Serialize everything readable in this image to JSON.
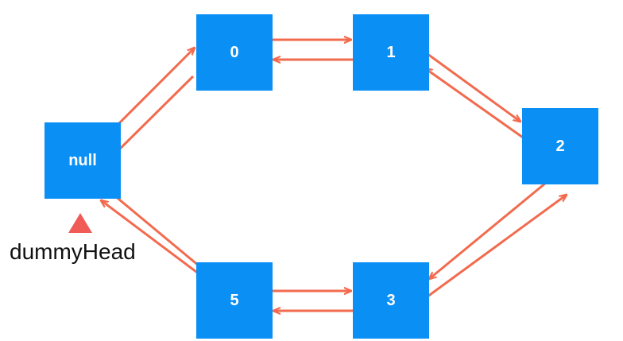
{
  "nodes": [
    {
      "id": "null",
      "label": "null"
    },
    {
      "id": "0",
      "label": "0"
    },
    {
      "id": "1",
      "label": "1"
    },
    {
      "id": "2",
      "label": "2"
    },
    {
      "id": "3",
      "label": "3"
    },
    {
      "id": "5",
      "label": "5"
    }
  ],
  "pointer": {
    "label": "dummyHead",
    "icon": "triangle-up-icon"
  },
  "colors": {
    "node_fill": "#0A8FF5",
    "arrow": "#F26B4E",
    "pointer": "#F05A57",
    "background": "#FFFFFF"
  }
}
